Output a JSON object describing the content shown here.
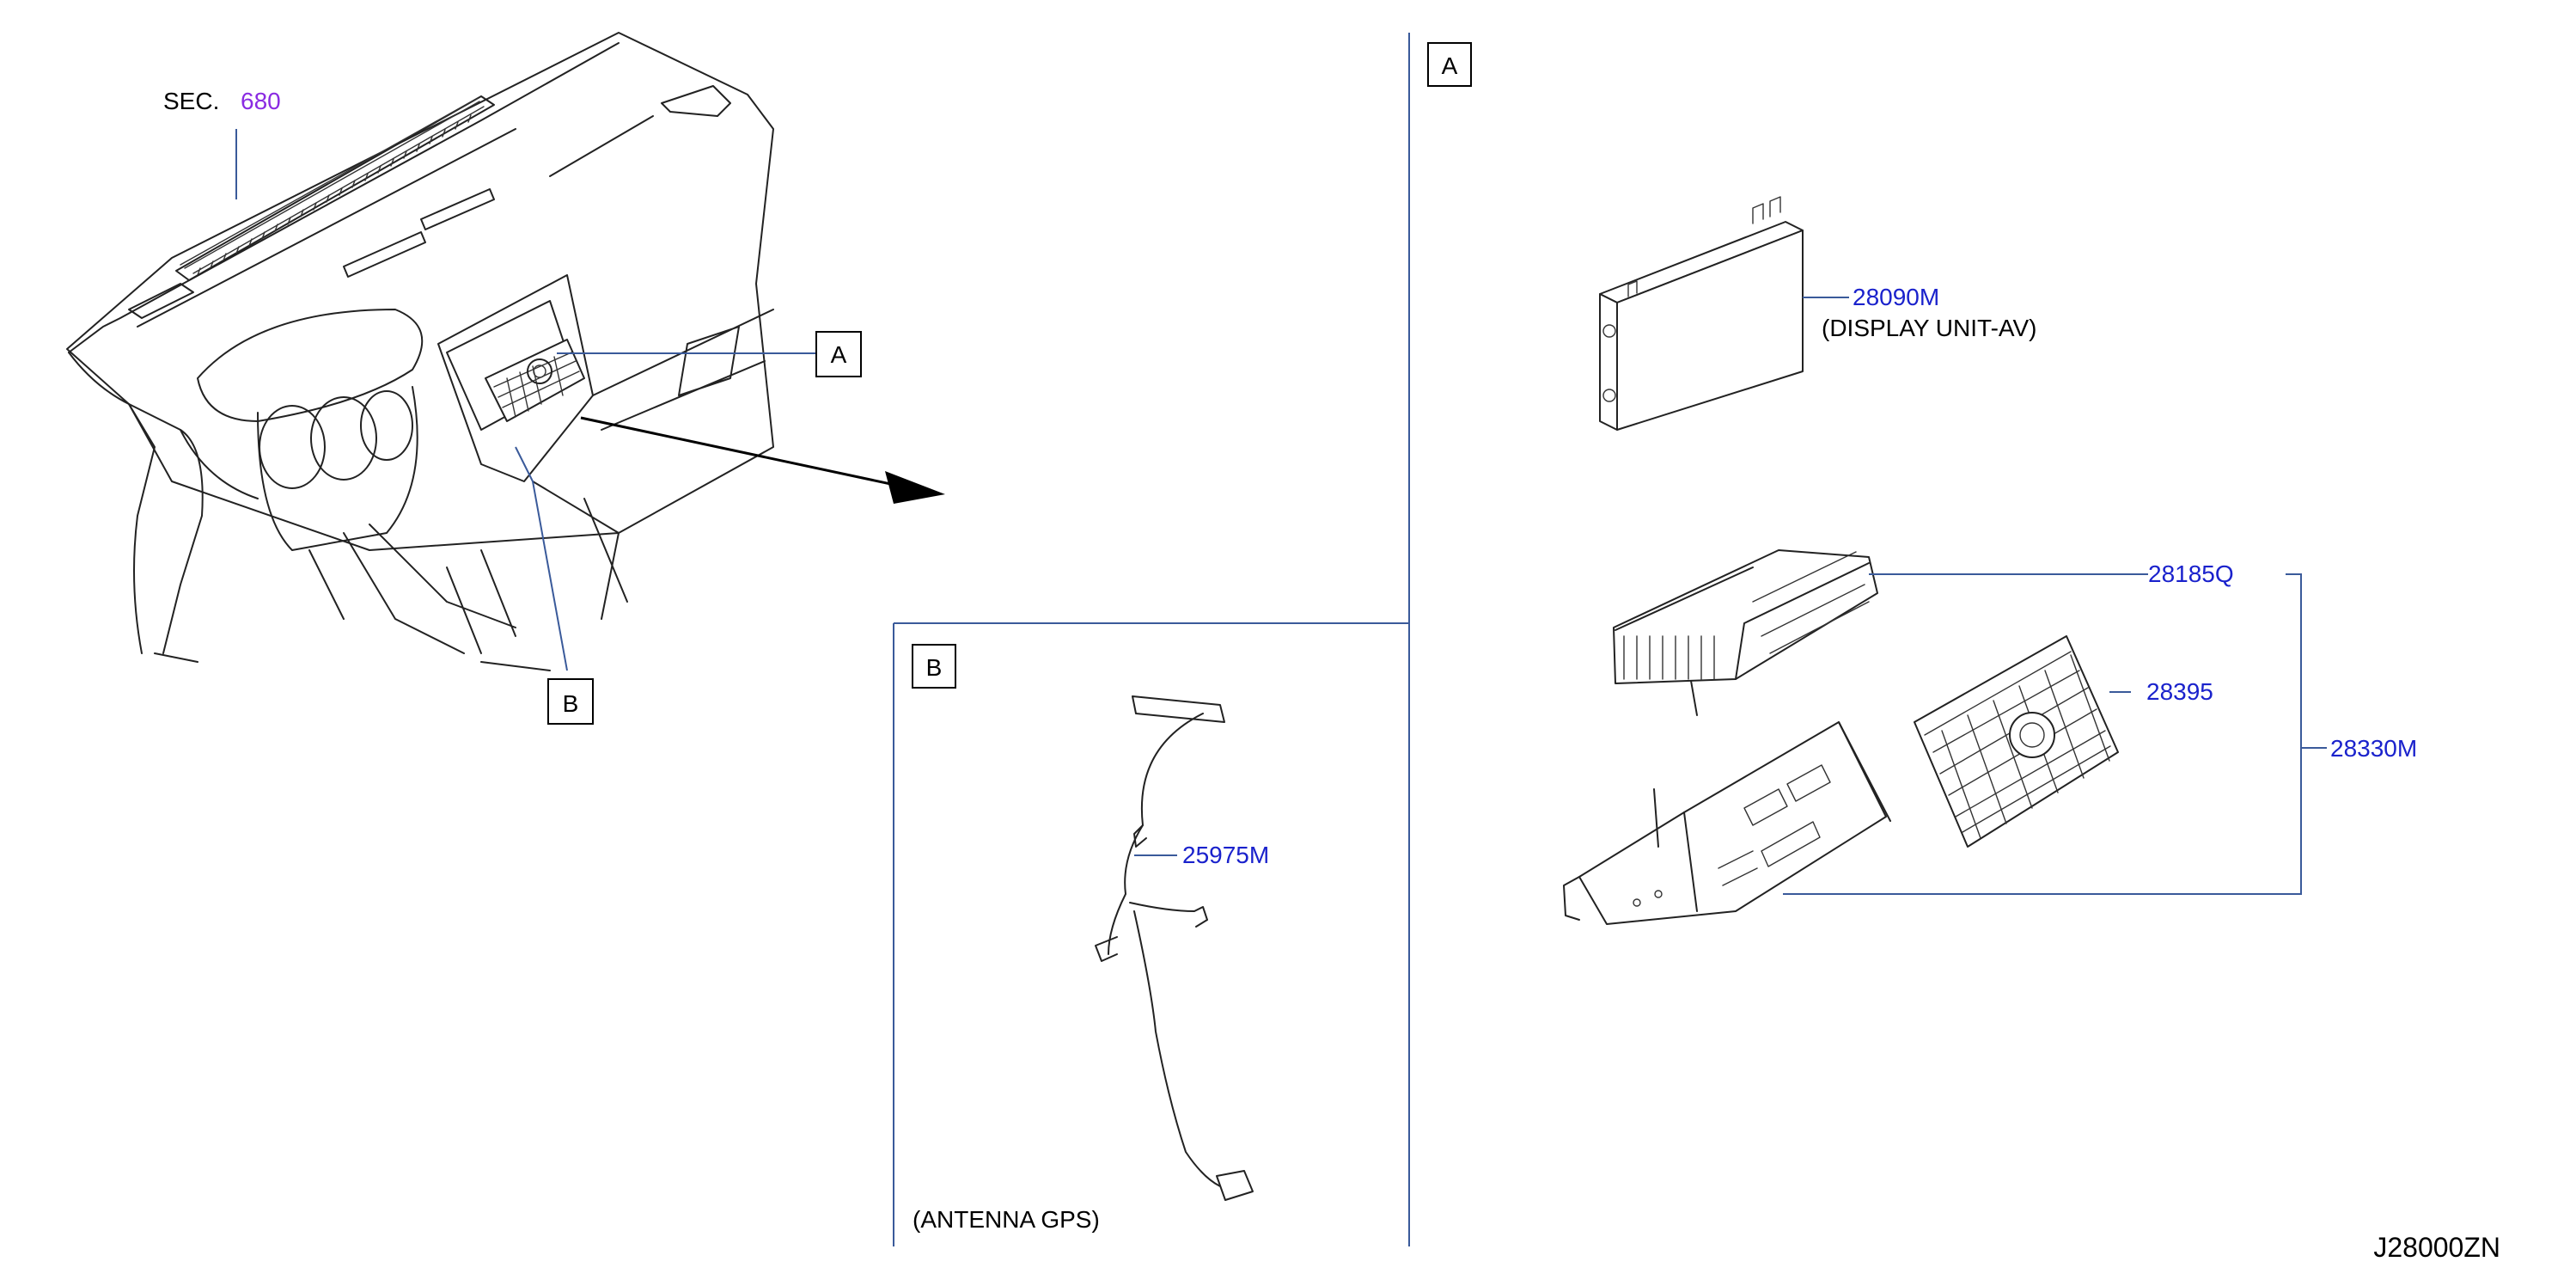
{
  "colors": {
    "part_number": "#1a22cc",
    "section_ref": "#8a2be2",
    "leader_line": "#3a5a9a",
    "divider": "#3a5a9a",
    "ink": "#222222"
  },
  "section_ref": {
    "prefix": "SEC.",
    "number": "680"
  },
  "view_markers": {
    "a_on_dashboard": "A",
    "b_on_dashboard": "B",
    "a_panel": "A",
    "b_panel": "B"
  },
  "parts": [
    {
      "number": "28090M",
      "description": "(DISPLAY   UNIT-AV)"
    },
    {
      "number": "28185Q",
      "description": ""
    },
    {
      "number": "28395",
      "description": ""
    },
    {
      "number": "28330M",
      "description": ""
    },
    {
      "number": "25975M",
      "description": "(ANTENNA   GPS)"
    }
  ],
  "diagram_code": "J28000ZN"
}
